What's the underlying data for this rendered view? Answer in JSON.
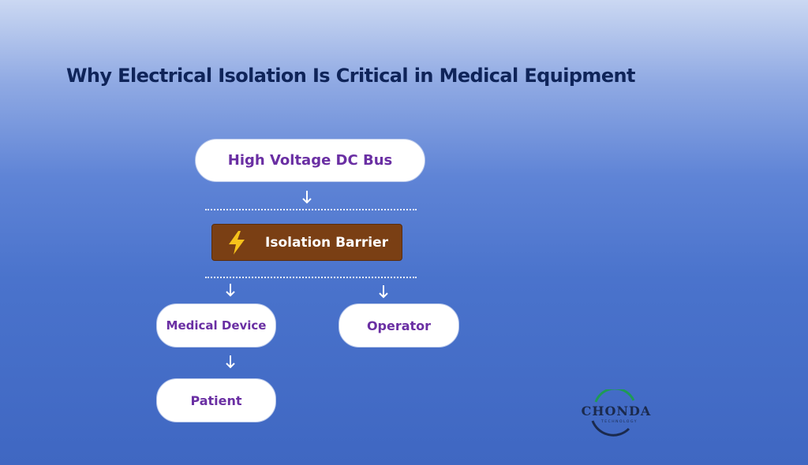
{
  "title": "Why Electrical Isolation Is Critical in Medical Equipment",
  "diagram": {
    "source": "High Voltage DC Bus",
    "barrier": {
      "label": "Isolation Barrier",
      "icon": "lightning-bolt-icon"
    },
    "outputs": [
      "Medical Device",
      "Operator"
    ],
    "downstream": "Patient"
  },
  "logo": {
    "name": "CHONDA",
    "tagline": "TECHNOLOGY"
  },
  "colors": {
    "title": "#0f2459",
    "node_text": "#6a2fa3",
    "barrier_fill": "#7a3f14",
    "bolt": "#f6c21b"
  }
}
